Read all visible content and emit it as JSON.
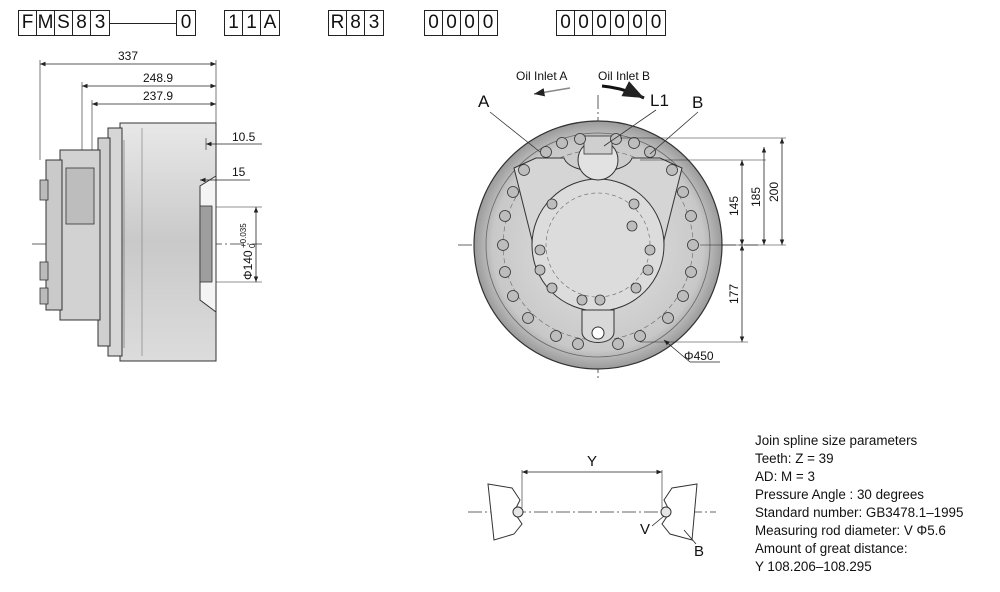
{
  "model_code": {
    "groups": [
      [
        "F",
        "M",
        "S",
        "8",
        "3"
      ],
      [
        "0"
      ],
      [
        "1",
        "1",
        "A"
      ],
      [
        "R",
        "8",
        "3"
      ],
      [
        "0",
        "0",
        "0",
        "0"
      ],
      [
        "0",
        "0",
        "0",
        "0",
        "0",
        "0"
      ]
    ]
  },
  "side_view": {
    "dim_337": "337",
    "dim_248_9": "248.9",
    "dim_237_9": "237.9",
    "dim_10_5": "10.5",
    "dim_15": "15",
    "dim_phi140": "Φ140",
    "tol_upper": "+0.035",
    "tol_lower": "0"
  },
  "front_view": {
    "oil_inlet_a": "Oil Inlet A",
    "oil_inlet_b": "Oil Inlet B",
    "label_a": "A",
    "label_b": "B",
    "label_l1": "L1",
    "dim_145": "145",
    "dim_185": "185",
    "dim_200": "200",
    "dim_177": "177",
    "dim_phi450": "Φ450"
  },
  "spline_view": {
    "label_y": "Y",
    "label_v": "V",
    "label_b": "B"
  },
  "spline_params": {
    "title": "Join spline size parameters",
    "teeth": "Teeth:  Z = 39",
    "ad": "AD: M = 3",
    "pressure_angle": "Pressure Angle : 30 degrees",
    "standard": "Standard number: GB3478.1–1995",
    "rod_diameter": "Measuring rod diameter: V  Φ5.6",
    "distance_title": "Amount of great distance:",
    "distance_value": "Y 108.206–108.295"
  }
}
